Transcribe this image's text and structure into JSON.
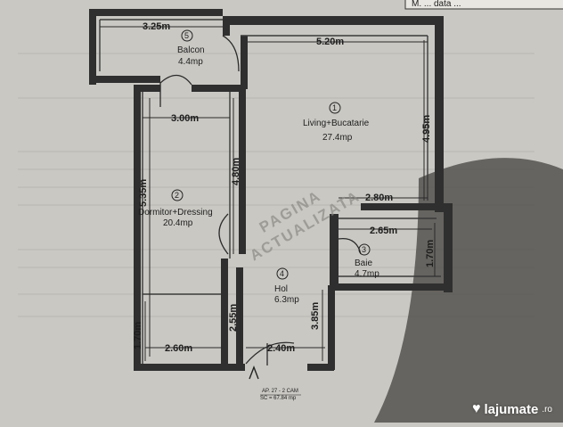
{
  "header": {
    "text": "M. ... data ..."
  },
  "rooms": [
    {
      "number": "1",
      "name": "Living+Bucatarie",
      "area": "27.4mp"
    },
    {
      "number": "2",
      "name": "Dormitor+Dressing",
      "area": "20.4mp"
    },
    {
      "number": "3",
      "name": "Baie",
      "area": "4.7mp"
    },
    {
      "number": "4",
      "name": "Hol",
      "area": "6.3mp"
    },
    {
      "number": "5",
      "name": "Balcon",
      "area": "4.4mp"
    }
  ],
  "dimensions": {
    "balcony_width": "3.25m",
    "living_width": "5.20m",
    "living_height": "4.95m",
    "bedroom_width": "3.00m",
    "bedroom_height": "5.35m",
    "inner_height": "4.80m",
    "kitchen_step": "2.80m",
    "bath_width": "2.65m",
    "bath_height": "1.70m",
    "hall_height": "3.85m",
    "hall_partition": "2.55m",
    "lower_left_height": "1.70m",
    "lower_left_width": "2.60m",
    "hall_width": "2.40m"
  },
  "footer": {
    "line1": "AP. 27 - 2 CAM",
    "line2": "SC = 67.84 mp"
  },
  "watermark": {
    "line1": "PAGINA",
    "line2": "ACTUALIZATA"
  },
  "brand": {
    "name": "lajumate",
    "tld": ".ro"
  },
  "colors": {
    "paper": "#c9c8c3",
    "ink": "#2a2a2a"
  }
}
